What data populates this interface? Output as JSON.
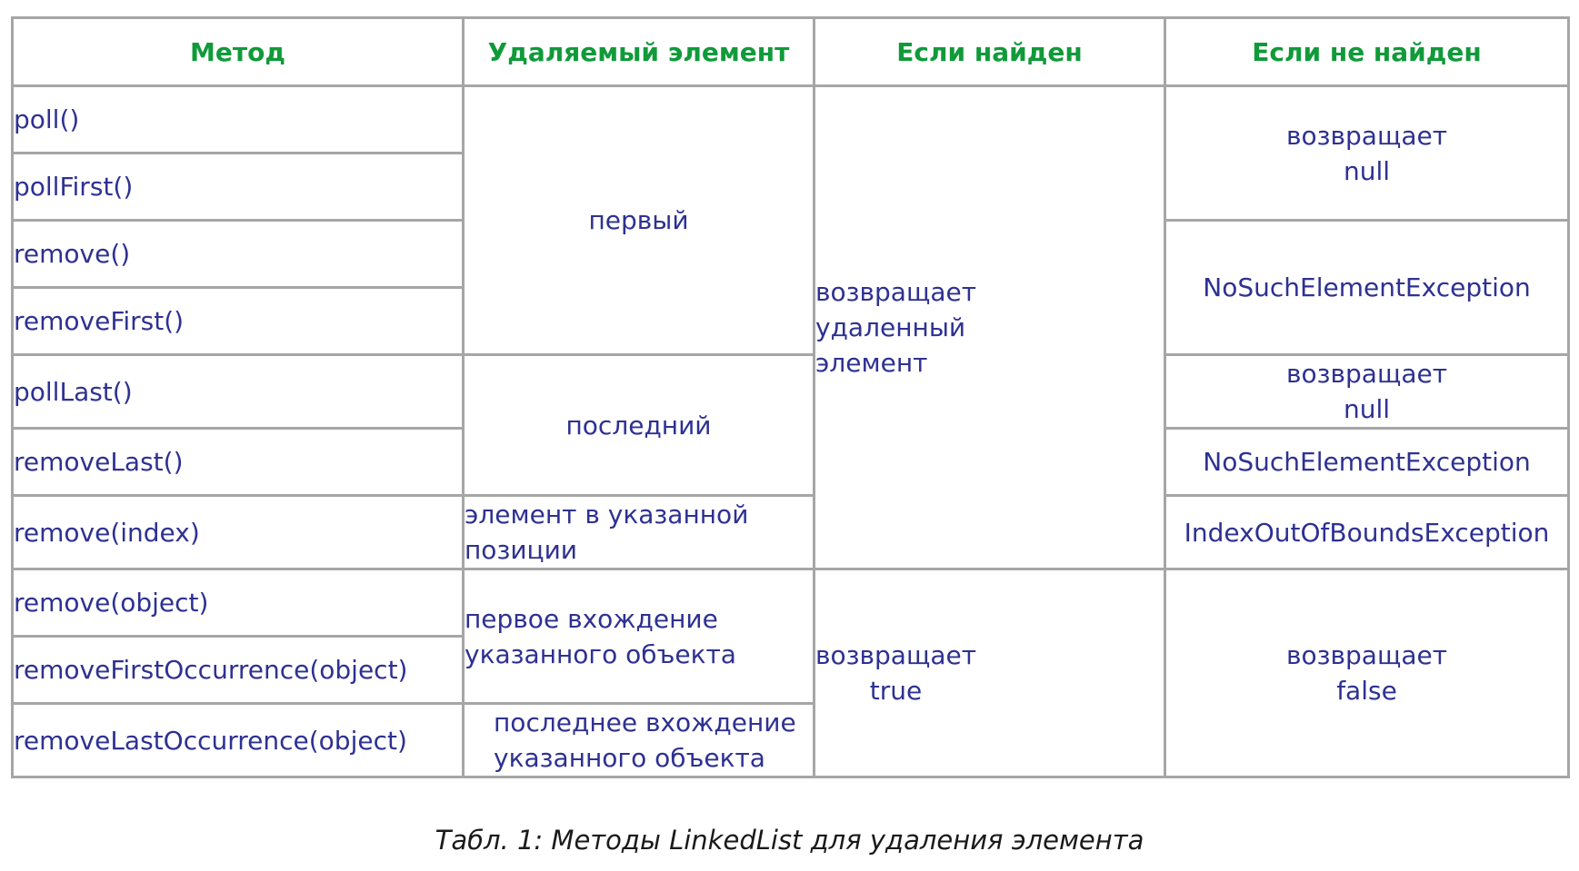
{
  "table": {
    "headers": [
      "Метод",
      "Удаляемый элемент",
      "Если найден",
      "Если не найден"
    ],
    "methods": [
      "poll()",
      "pollFirst()",
      "remove()",
      "removeFirst()",
      "pollLast()",
      "removeLast()",
      "remove(index)",
      "remove(object)",
      "removeFirstOccurrence(object)",
      "removeLastOccurrence(object)"
    ],
    "removed": {
      "first": "первый",
      "last": "последний",
      "index": "элемент в указанной\nпозиции",
      "first_occurrence": "первое вхождение\nуказанного объекта",
      "last_occurrence": "последнее вхождение\nуказанного объекта"
    },
    "if_found": {
      "removed_element": "возвращает\nудаленный\nэлемент",
      "true": "возвращает\ntrue"
    },
    "if_not_found": {
      "null_first": "возвращает\nnull",
      "exception_first": "NoSuchElementException",
      "null_last": "возвращает\nnull",
      "exception_last": "NoSuchElementException",
      "index_exception": "IndexOutOfBoundsException",
      "false": "возвращает\nfalse"
    }
  },
  "caption": "Табл. 1: Методы LinkedList для удаления элемента"
}
